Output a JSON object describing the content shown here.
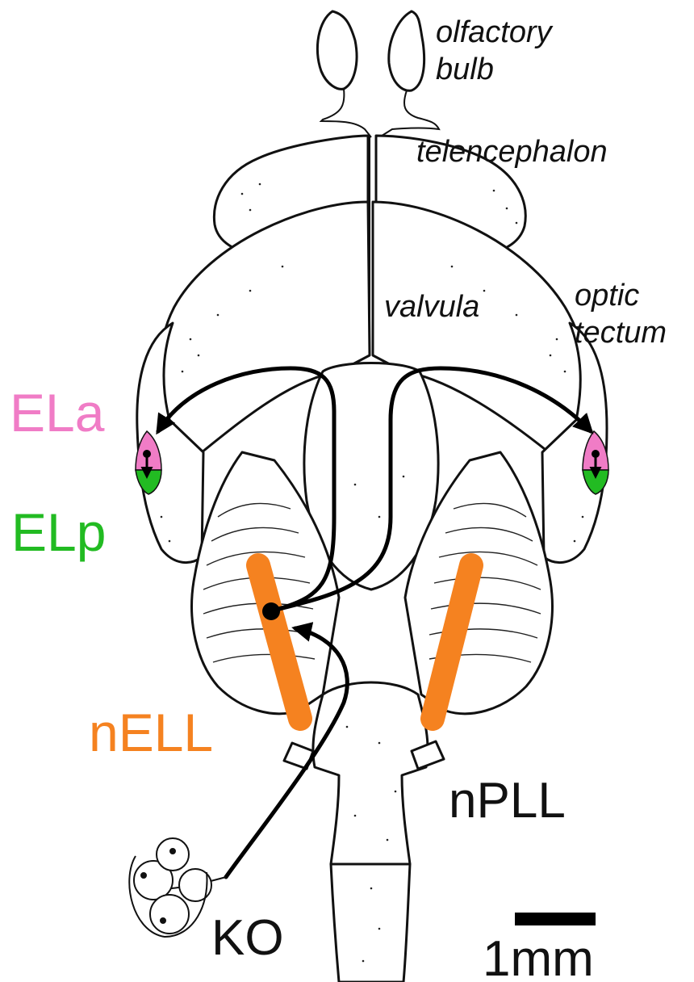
{
  "labels": {
    "olfactory_1": "olfactory",
    "olfactory_2": "bulb",
    "telencephalon": "telencephalon",
    "valvula": "valvula",
    "optic_1": "optic",
    "optic_2": "tectum",
    "ela": "ELa",
    "elp": "ELp",
    "nell": "nELL",
    "npll": "nPLL",
    "ko": "KO",
    "scale": "1mm"
  },
  "colors": {
    "ela": "#f07cc6",
    "elp": "#22bb22",
    "nell": "#f58220",
    "ink": "#000000"
  },
  "icons": {
    "brain": "brain-drawing",
    "knollenorgan": "knollenorgan-receptor-drawing"
  }
}
